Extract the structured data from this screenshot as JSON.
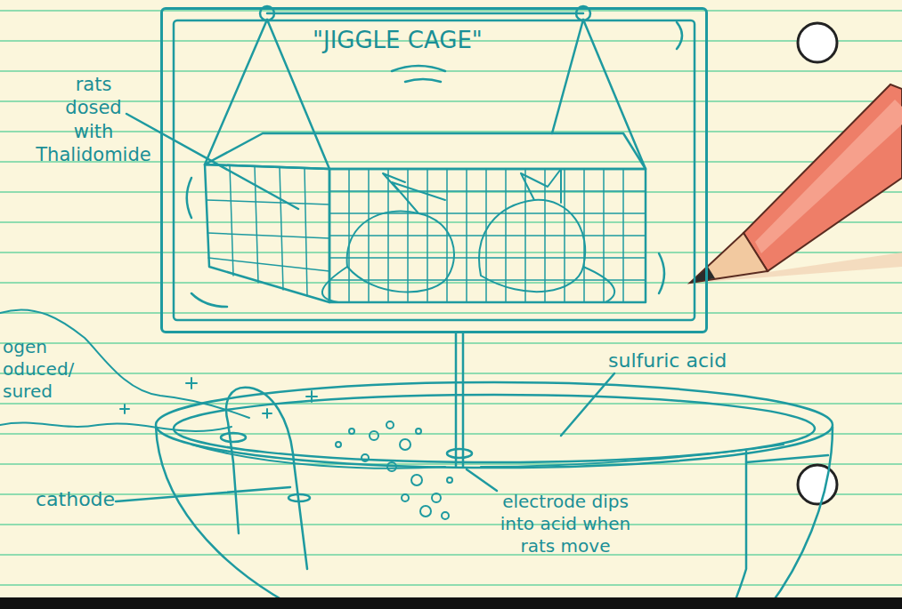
{
  "diagram": {
    "nodes": [
      {
        "text": [
          "\"JIGGLE CAGE\""
        ]
      }
    ],
    "labels": [
      "rats dosed with Thalidomide",
      "ogen oduced/ sured",
      "sulfuric acid",
      "cathode",
      "electrode dips into acid when rats move"
    ]
  }
}
